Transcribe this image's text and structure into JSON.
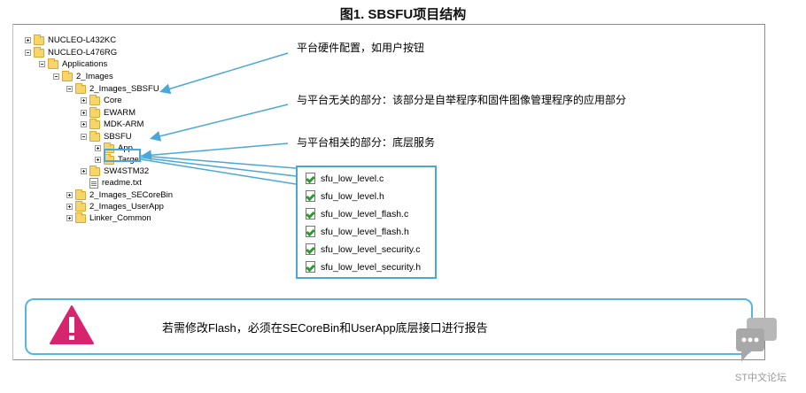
{
  "figure": {
    "title": "图1. SBSFU项目结构"
  },
  "tree": {
    "items": [
      {
        "label": "NUCLEO-L432KC",
        "toggle": "plus",
        "icon": "folder"
      },
      {
        "label": "NUCLEO-L476RG",
        "toggle": "minus",
        "icon": "folder"
      },
      {
        "label": "Applications",
        "toggle": "minus",
        "icon": "folder"
      },
      {
        "label": "2_Images",
        "toggle": "minus",
        "icon": "folder"
      },
      {
        "label": "2_Images_SBSFU",
        "toggle": "minus",
        "icon": "folder"
      },
      {
        "label": "Core",
        "toggle": "plus",
        "icon": "folder"
      },
      {
        "label": "EWARM",
        "toggle": "plus",
        "icon": "folder"
      },
      {
        "label": "MDK-ARM",
        "toggle": "plus",
        "icon": "folder"
      },
      {
        "label": "SBSFU",
        "toggle": "minus",
        "icon": "folder"
      },
      {
        "label": "App",
        "toggle": "plus",
        "icon": "folder"
      },
      {
        "label": "Target",
        "toggle": "plus",
        "icon": "folder"
      },
      {
        "label": "SW4STM32",
        "toggle": "plus",
        "icon": "folder"
      },
      {
        "label": "readme.txt",
        "toggle": "none",
        "icon": "file"
      },
      {
        "label": "2_Images_SECoreBin",
        "toggle": "plus",
        "icon": "folder"
      },
      {
        "label": "2_Images_UserApp",
        "toggle": "plus",
        "icon": "folder"
      },
      {
        "label": "Linker_Common",
        "toggle": "plus",
        "icon": "folder"
      }
    ]
  },
  "annotations": {
    "hardware": "平台硬件配置，如用户按钮",
    "independent": "与平台无关的部分：该部分是自举程序和固件图像管理程序的应用部分",
    "dependent": "与平台相关的部分：底层服务"
  },
  "target_files": [
    "sfu_low_level.c",
    "sfu_low_level.h",
    "sfu_low_level_flash.c",
    "sfu_low_level_flash.h",
    "sfu_low_level_security.c",
    "sfu_low_level_security.h"
  ],
  "note": {
    "text": "若需修改Flash，必须在SECoreBin和UserApp底层接口进行报告"
  },
  "watermark": {
    "text": "ST中文论坛"
  },
  "colors": {
    "accent": "#4aa8d8",
    "warning": "#d6246e",
    "folder": "#f6d56a",
    "check": "#2e9b2e"
  }
}
